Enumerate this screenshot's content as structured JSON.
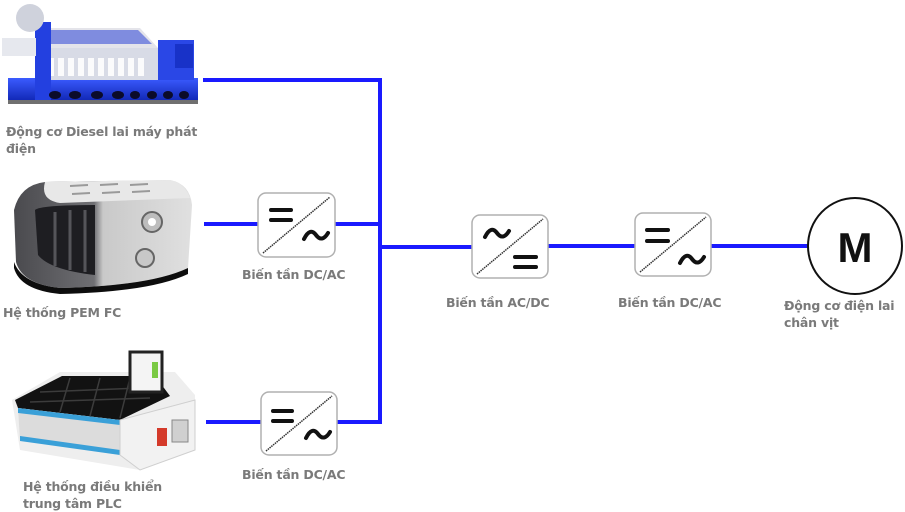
{
  "colors": {
    "bus_line": "#1a1aff",
    "converter_border": "#b0b0b0",
    "symbol": "#111111",
    "label_text": "#7a7a7a",
    "diesel_blue": "#1f3fd0"
  },
  "sources": [
    {
      "id": "diesel",
      "label_lines": [
        "Động cơ Diesel lai máy phát",
        "điện"
      ],
      "image": "diesel-generator"
    },
    {
      "id": "pem",
      "label_lines": [
        "Hệ thống PEM FC"
      ],
      "image": "fuel-cell-module"
    },
    {
      "id": "plc",
      "label_lines": [
        "Hệ thống điều khiển",
        "trung tâm PLC"
      ],
      "image": "battery-control-system"
    }
  ],
  "converters": [
    {
      "id": "pem-inverter",
      "label": "Biến tần DC/AC",
      "input_symbol": "DC",
      "output_symbol": "AC"
    },
    {
      "id": "plc-inverter",
      "label": "Biến tần DC/AC",
      "input_symbol": "DC",
      "output_symbol": "AC"
    },
    {
      "id": "rectifier",
      "label": "Biến tần AC/DC",
      "input_symbol": "AC",
      "output_symbol": "DC"
    },
    {
      "id": "motor-inverter",
      "label": "Biến tần DC/AC",
      "input_symbol": "DC",
      "output_symbol": "AC"
    }
  ],
  "motor": {
    "symbol": "M",
    "label_lines": [
      "Động cơ điện lai",
      "chân vịt"
    ]
  }
}
